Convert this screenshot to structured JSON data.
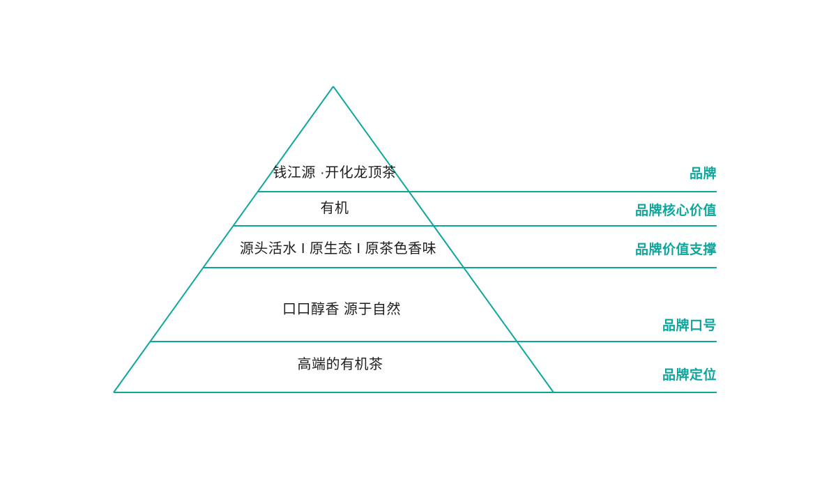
{
  "diagram": {
    "type": "pyramid",
    "accent_color": "#0da69d",
    "text_color": "#1e1e1e",
    "tiers": [
      {
        "label": "钱江源 ·开化龙顶茶",
        "category": "品牌"
      },
      {
        "label": "有机",
        "category": "品牌核心价值"
      },
      {
        "label": "源头活水 I 原生态 I 原茶色香味",
        "category": "品牌价值支撑"
      },
      {
        "label": "口口醇香 源于自然",
        "category": "品牌口号"
      },
      {
        "label": "高端的有机茶",
        "category": "品牌定位"
      }
    ]
  }
}
